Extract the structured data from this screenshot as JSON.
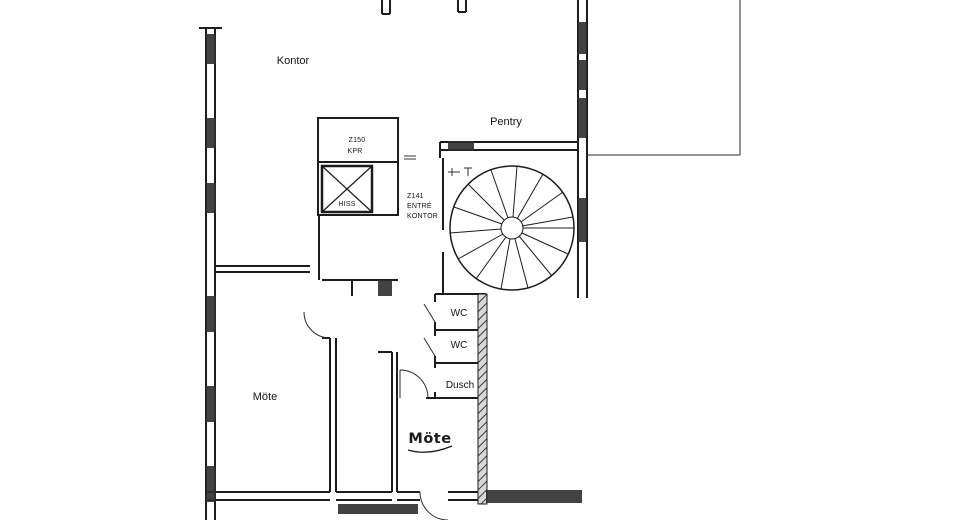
{
  "rooms": {
    "kontor": "Kontor",
    "pentry": "Pentry",
    "mote_left": "Möte",
    "wc_top": "WC",
    "wc_bottom": "WC",
    "dusch": "Dusch",
    "mote_center": "Möte"
  },
  "annotations": {
    "hiss": "HISS",
    "z150": "Z150",
    "kpr": "KPR",
    "z141": "Z141",
    "entre": "ENTRÉ",
    "entre_kontor": "KONTOR"
  },
  "colors": {
    "ink": "#1c1c1c",
    "paper": "#ffffff"
  }
}
